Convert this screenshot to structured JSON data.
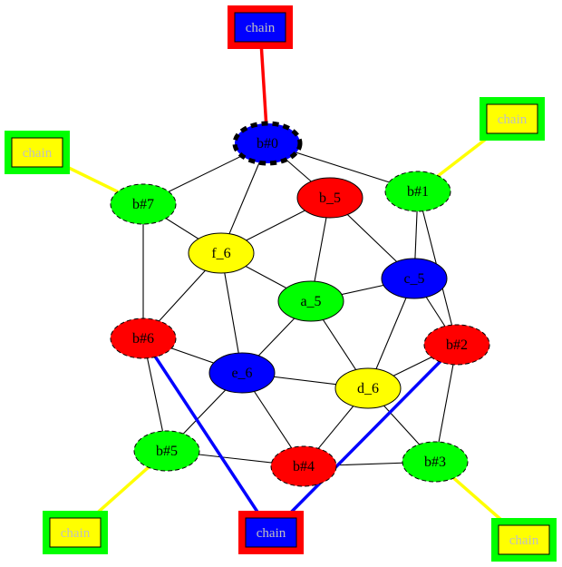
{
  "graph": {
    "nodes": [
      {
        "id": "b0",
        "label": "b#0",
        "fill": "#0000ff",
        "style": "dashed-bold"
      },
      {
        "id": "b5c",
        "label": "b_5",
        "fill": "#ff0000",
        "style": "solid"
      },
      {
        "id": "b1",
        "label": "b#1",
        "fill": "#00ff00",
        "style": "dashed"
      },
      {
        "id": "b7",
        "label": "b#7",
        "fill": "#00ff00",
        "style": "dashed"
      },
      {
        "id": "f6",
        "label": "f_6",
        "fill": "#ffff00",
        "style": "solid"
      },
      {
        "id": "c5",
        "label": "c_5",
        "fill": "#0000ff",
        "style": "solid"
      },
      {
        "id": "a5",
        "label": "a_5",
        "fill": "#00ff00",
        "style": "solid"
      },
      {
        "id": "b6",
        "label": "b#6",
        "fill": "#ff0000",
        "style": "dashed"
      },
      {
        "id": "b2",
        "label": "b#2",
        "fill": "#ff0000",
        "style": "dashed"
      },
      {
        "id": "e6",
        "label": "e_6",
        "fill": "#0000ff",
        "style": "solid"
      },
      {
        "id": "d6",
        "label": "d_6",
        "fill": "#ffff00",
        "style": "solid"
      },
      {
        "id": "b5",
        "label": "b#5",
        "fill": "#00ff00",
        "style": "dashed"
      },
      {
        "id": "b4",
        "label": "b#4",
        "fill": "#ff0000",
        "style": "dashed"
      },
      {
        "id": "b3",
        "label": "b#3",
        "fill": "#00ff00",
        "style": "dashed"
      }
    ],
    "chains": [
      {
        "id": "chain_top",
        "label": "chain",
        "fill": "#0000ff",
        "border": "#ff0000",
        "text_color": "#c0c0c0"
      },
      {
        "id": "chain_nw",
        "label": "chain",
        "fill": "#ffff00",
        "border": "#00ff00",
        "text_color": "#c0c0c0"
      },
      {
        "id": "chain_ne",
        "label": "chain",
        "fill": "#ffff00",
        "border": "#00ff00",
        "text_color": "#c0c0c0"
      },
      {
        "id": "chain_sw",
        "label": "chain",
        "fill": "#ffff00",
        "border": "#00ff00",
        "text_color": "#c0c0c0"
      },
      {
        "id": "chain_bot",
        "label": "chain",
        "fill": "#0000ff",
        "border": "#ff0000",
        "text_color": "#c0c0c0"
      },
      {
        "id": "chain_se",
        "label": "chain",
        "fill": "#ffff00",
        "border": "#00ff00",
        "text_color": "#c0c0c0"
      }
    ],
    "edges": [
      [
        "b0",
        "b7"
      ],
      [
        "b0",
        "b5c"
      ],
      [
        "b0",
        "b1"
      ],
      [
        "b0",
        "f6"
      ],
      [
        "b7",
        "f6"
      ],
      [
        "b7",
        "b6"
      ],
      [
        "b5c",
        "f6"
      ],
      [
        "b5c",
        "a5"
      ],
      [
        "b5c",
        "c5"
      ],
      [
        "b1",
        "c5"
      ],
      [
        "b1",
        "b2"
      ],
      [
        "f6",
        "a5"
      ],
      [
        "f6",
        "b6"
      ],
      [
        "f6",
        "e6"
      ],
      [
        "a5",
        "c5"
      ],
      [
        "a5",
        "e6"
      ],
      [
        "a5",
        "d6"
      ],
      [
        "c5",
        "b2"
      ],
      [
        "c5",
        "d6"
      ],
      [
        "b6",
        "e6"
      ],
      [
        "b6",
        "b5"
      ],
      [
        "b2",
        "d6"
      ],
      [
        "b2",
        "b3"
      ],
      [
        "e6",
        "d6"
      ],
      [
        "e6",
        "b5"
      ],
      [
        "e6",
        "b4"
      ],
      [
        "d6",
        "b4"
      ],
      [
        "d6",
        "b3"
      ],
      [
        "b5",
        "b4"
      ],
      [
        "b4",
        "b3"
      ]
    ],
    "chain_edges": [
      {
        "from": "chain_top",
        "to": "b0",
        "color": "#ff0000"
      },
      {
        "from": "chain_nw",
        "to": "b7",
        "color": "#ffff00"
      },
      {
        "from": "chain_ne",
        "to": "b1",
        "color": "#ffff00"
      },
      {
        "from": "chain_sw",
        "to": "b5",
        "color": "#ffff00"
      },
      {
        "from": "chain_se",
        "to": "b3",
        "color": "#ffff00"
      },
      {
        "from": "chain_bot",
        "to": "b6",
        "color": "#0000ff"
      },
      {
        "from": "chain_bot",
        "to": "b2",
        "color": "#0000ff"
      }
    ]
  }
}
